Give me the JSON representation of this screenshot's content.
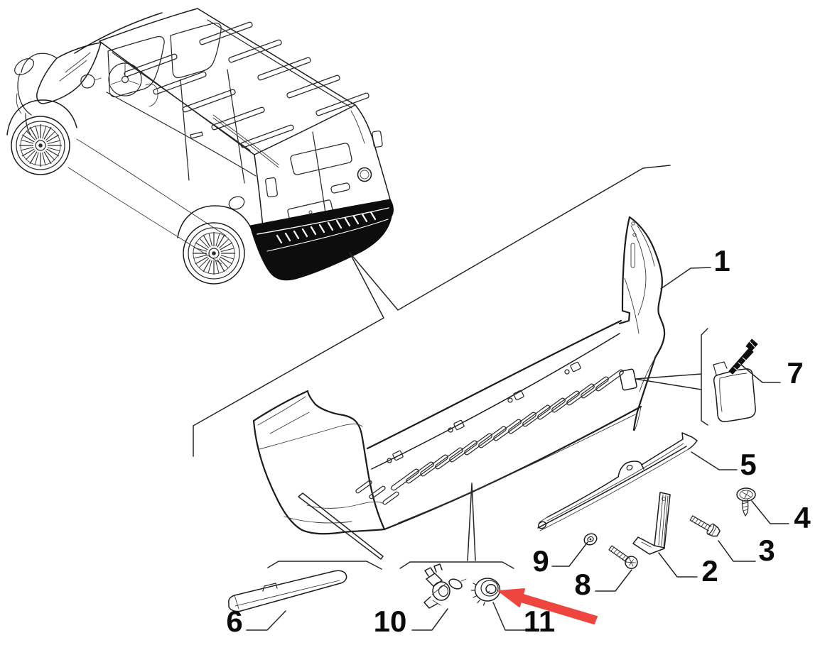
{
  "diagram": {
    "type": "exploded-parts-diagram",
    "subject": "vehicle rear bumper assembly",
    "background_color": "#ffffff",
    "line_color": "#1c1c1c",
    "vehicle_thumbnail": {
      "style": "panel-van rear three-quarter line drawing",
      "bumper_highlight_fill": "#0d0d0d"
    },
    "callouts": [
      {
        "number": "1"
      },
      {
        "number": "2"
      },
      {
        "number": "3"
      },
      {
        "number": "4"
      },
      {
        "number": "5"
      },
      {
        "number": "6"
      },
      {
        "number": "7"
      },
      {
        "number": "8"
      },
      {
        "number": "9"
      },
      {
        "number": "10"
      },
      {
        "number": "11"
      }
    ],
    "highlight_arrow": {
      "color": "#ee453f",
      "points_to_callout": "11"
    }
  }
}
